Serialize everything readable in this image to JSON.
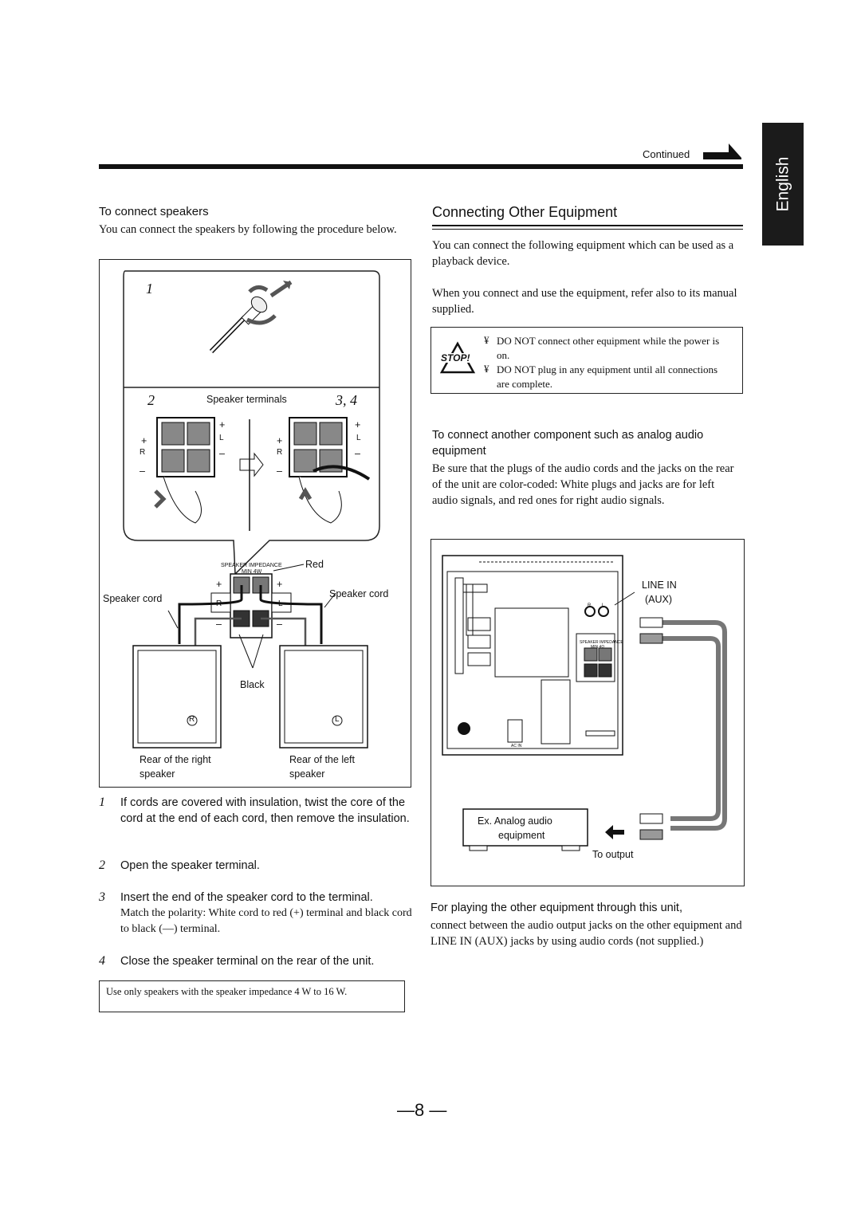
{
  "header": {
    "continued": "Continued",
    "language_tab": "English"
  },
  "left": {
    "subheading": "To connect speakers",
    "intro": "You can connect the speakers by following the procedure below.",
    "figure": {
      "step1_num": "1",
      "step2_num": "2",
      "step34_num": "3, 4",
      "speaker_terminals": "Speaker terminals",
      "plus": "+",
      "minus": "–",
      "r": "R",
      "l": "L",
      "impedance_label": "SPEAKER IMPEDANCE",
      "impedance_min": "MIN 4W",
      "red": "Red",
      "black": "Black",
      "speaker_cord_left": "Speaker cord",
      "speaker_cord_right": "Speaker cord",
      "r_circle": "R",
      "l_circle": "L",
      "rear_right_1": "Rear of the right",
      "rear_right_2": "speaker",
      "rear_left_1": "Rear of the left",
      "rear_left_2": "speaker"
    },
    "steps": [
      {
        "num": "1",
        "text": "If cords are covered with insulation, twist the core of the cord at the end of each cord, then remove the insulation."
      },
      {
        "num": "2",
        "text": "Open the speaker terminal."
      },
      {
        "num": "3",
        "text": "Insert the end of the speaker cord to the terminal.",
        "sub": "Match the polarity: White cord to red (+) terminal and black cord to black (—) terminal."
      },
      {
        "num": "4",
        "text": "Close the speaker terminal on the rear of the unit."
      }
    ],
    "note": "Use only speakers with the speaker impedance  4  W to 16 W."
  },
  "right": {
    "title": "Connecting Other Equipment",
    "p1": "You can connect the following equipment which can be used as a playback device.",
    "p2": "When you connect and use the equipment, refer also to its manual supplied.",
    "warning": {
      "stop": "STOP!",
      "bullet": "¥",
      "item1": "DO NOT connect other equipment while the power is on.",
      "item2": "DO NOT plug in any equipment until all connections are complete."
    },
    "subheading": "To connect another component such as analog audio equipment",
    "p3": "Be sure that the plugs of the audio cords and the jacks on the rear of the unit are color-coded: White plugs and jacks are for left audio signals, and red ones for right audio signals.",
    "figure": {
      "line_in": "LINE IN",
      "aux": "(AUX)",
      "r": "R",
      "l": "L",
      "speaker_impedance": "SPEAKER IMPEDANCE",
      "impedance_min": "MIN 4Ω",
      "ac_in": "AC IN",
      "analog_1": "Ex. Analog audio",
      "analog_2": "equipment",
      "to_output": "To output"
    },
    "play_heading": "For playing the other equipment through this unit,",
    "play_text": "connect between the audio output jacks on the other equipment and LINE IN (AUX) jacks by using audio cords (not supplied.)"
  },
  "footer": {
    "page_number": "—8 —"
  }
}
